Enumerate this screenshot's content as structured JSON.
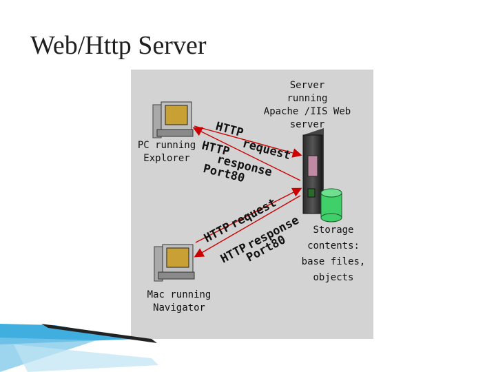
{
  "title": "Web/Http Server",
  "server_label": [
    "Server",
    "running",
    "Apache /IIS Web",
    "server"
  ],
  "pc_label": [
    "PC running",
    "Explorer"
  ],
  "mac_label": [
    "Mac running",
    "Navigator"
  ],
  "storage_label": [
    "Storage",
    "contents:",
    "base files,",
    "objects"
  ],
  "top_request": [
    "HTTP",
    "request"
  ],
  "top_response": [
    "HTTP",
    "response",
    "Port80"
  ],
  "bottom_request": [
    "HTTP",
    "request"
  ],
  "bottom_response": [
    "HTTP",
    "response",
    "Port80"
  ],
  "colors": {
    "panel": "#d3d3d3",
    "arrow": "#cc0000",
    "title": "#1f1f1f",
    "accent": "#1ea0d8"
  }
}
